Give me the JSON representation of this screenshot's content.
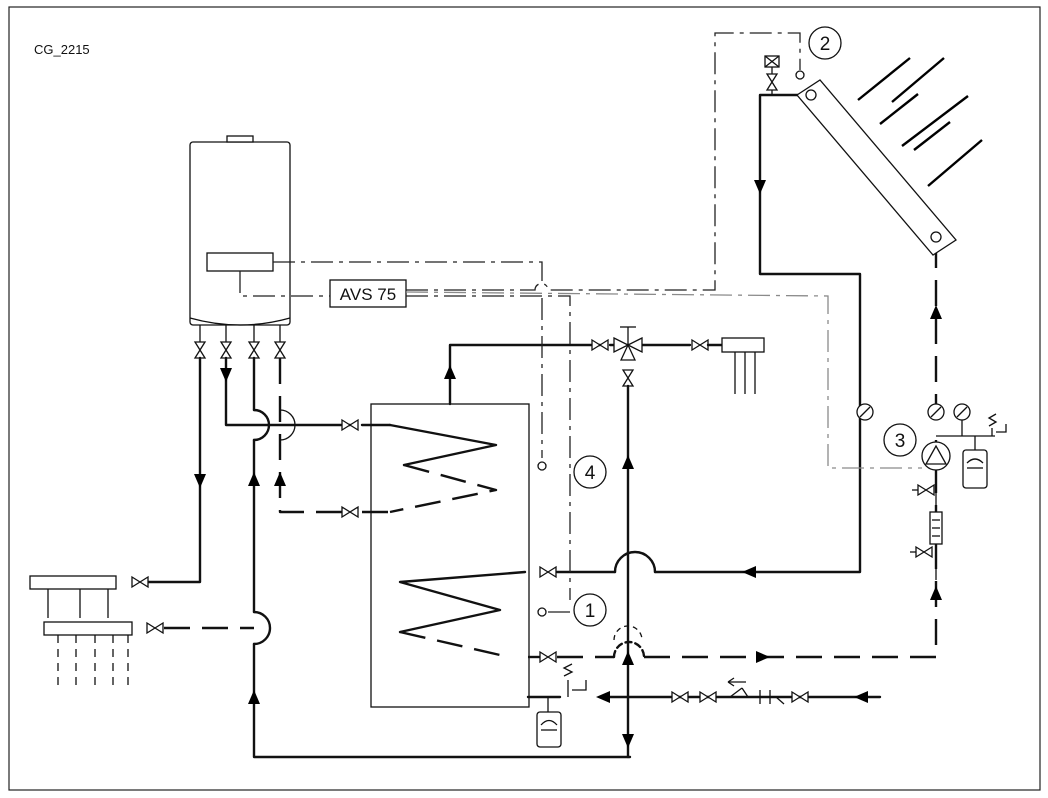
{
  "diagram": {
    "code": "CG_2215",
    "controller_label": "AVS 75",
    "callouts": [
      "1",
      "2",
      "3",
      "4"
    ]
  }
}
